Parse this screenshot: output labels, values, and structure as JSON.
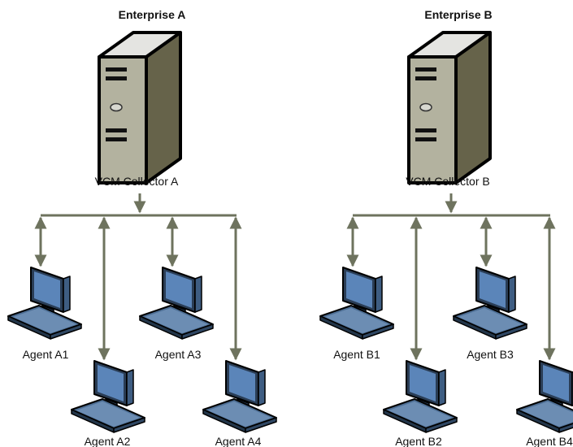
{
  "enterprises": [
    {
      "title": "Enterprise A",
      "collector": "VCM Collector A",
      "agents": [
        "Agent A1",
        "Agent A2",
        "Agent A3",
        "Agent A4"
      ]
    },
    {
      "title": "Enterprise B",
      "collector": "VCM Collector B",
      "agents": [
        "Agent B1",
        "Agent B2",
        "Agent B3",
        "Agent B4"
      ]
    }
  ],
  "icons": {
    "server": "server-tower-icon",
    "agent": "desktop-computer-icon"
  },
  "colors": {
    "connector": "#6e735e",
    "server_front": "#b3b29f",
    "server_side": "#66634a",
    "server_top": "#e4e4e1",
    "monitor_screen": "#5b85b9",
    "monitor_frame": "#2a3d55",
    "keyboard": "#4d6e94"
  }
}
